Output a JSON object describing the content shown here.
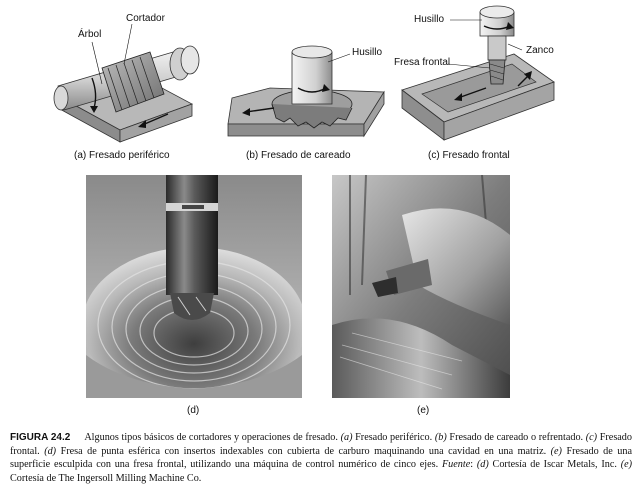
{
  "figures": {
    "a": {
      "caption": "(a) Fresado periférico",
      "labels": {
        "shaft": "Árbol",
        "cutter": "Cortador"
      }
    },
    "b": {
      "caption": "(b)  Fresado de careado",
      "labels": {
        "spindle": "Husillo"
      }
    },
    "c": {
      "caption": "(c)   Fresado frontal",
      "labels": {
        "spindle": "Husillo",
        "shank": "Zanco",
        "end_mill": "Fresa frontal"
      }
    },
    "d": {
      "caption": "(d)"
    },
    "e": {
      "caption": "(e)"
    }
  },
  "caption": {
    "number": "FIGURA 24.2",
    "parts": [
      {
        "t": "Algunos tipos básicos de cortadores y operaciones de fresado. ",
        "i": false
      },
      {
        "t": "(a)",
        "i": true
      },
      {
        "t": " Fresado periférico. ",
        "i": false
      },
      {
        "t": "(b)",
        "i": true
      },
      {
        "t": " Fresado de careado o refrentado. ",
        "i": false
      },
      {
        "t": "(c)",
        "i": true
      },
      {
        "t": " Fresado frontal. ",
        "i": false
      },
      {
        "t": "(d)",
        "i": true
      },
      {
        "t": " Fresa de punta esférica con insertos indexables con cubierta de carburo maquinando una cavidad en una matriz. ",
        "i": false
      },
      {
        "t": "(e)",
        "i": true
      },
      {
        "t": " Fresado de una superficie esculpida con una fresa frontal, utilizando una máquina de control numérico de cinco ejes. ",
        "i": false
      },
      {
        "t": "Fuente",
        "i": true
      },
      {
        "t": ": ",
        "i": false
      },
      {
        "t": "(d)",
        "i": true
      },
      {
        "t": " Cortesía de Iscar Metals, Inc. ",
        "i": false
      },
      {
        "t": "(e)",
        "i": true
      },
      {
        "t": " Cortesía de The Ingersoll Milling Machine Co.",
        "i": false
      }
    ]
  }
}
